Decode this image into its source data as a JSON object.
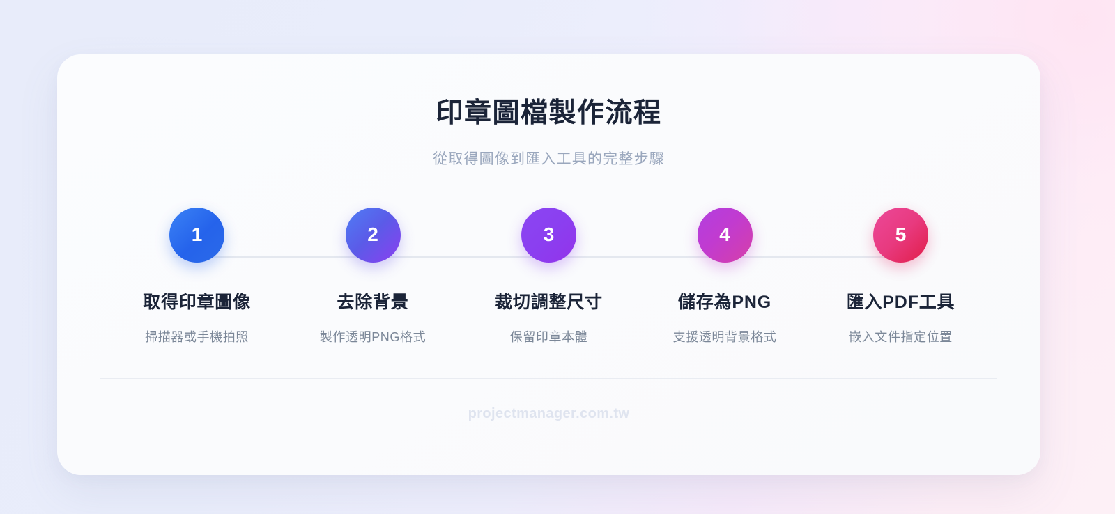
{
  "theme": {
    "background_start": "#e8ecfa",
    "background_end": "#fdf0f6",
    "card_background": "#fbfcfe",
    "title_color": "#1b2438",
    "subtitle_color": "#9aa7bd",
    "caption_color": "#7b8798",
    "divider_color": "#e9ecf2",
    "connector_color": "#e4e8ef",
    "footer_color": "#dfe4ef"
  },
  "header": {
    "title": "印章圖檔製作流程",
    "subtitle": "從取得圖像到匯入工具的完整步驟"
  },
  "steps": [
    {
      "number": "1",
      "title": "取得印章圖像",
      "caption": "掃描器或手機拍照",
      "color_start": "#3b82f6",
      "color_end": "#2563eb"
    },
    {
      "number": "2",
      "title": "去除背景",
      "caption": "製作透明PNG格式",
      "color_start": "#4f7df5",
      "color_end": "#8b3ff0"
    },
    {
      "number": "3",
      "title": "裁切調整尺寸",
      "caption": "保留印章本體",
      "color_start": "#8b46f2",
      "color_end": "#9333ea"
    },
    {
      "number": "4",
      "title": "儲存為PNG",
      "caption": "支援透明背景格式",
      "color_start": "#b23fe0",
      "color_end": "#d63fa8"
    },
    {
      "number": "5",
      "title": "匯入PDF工具",
      "caption": "嵌入文件指定位置",
      "color_start": "#ec4899",
      "color_end": "#e11d48"
    }
  ],
  "footer": {
    "site": "projectmanager.com.tw"
  }
}
